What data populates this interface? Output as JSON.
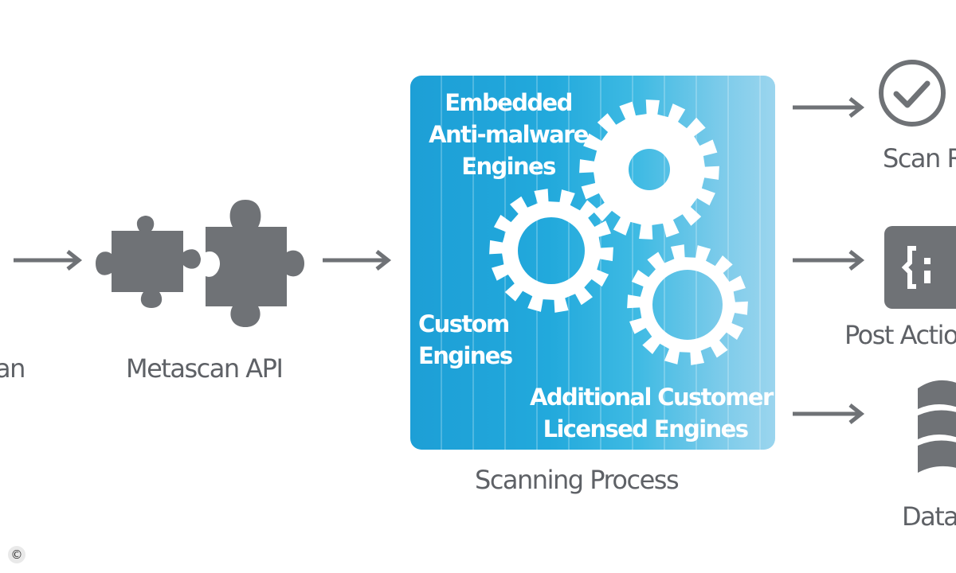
{
  "labels": {
    "left_partial": "an",
    "api": "Metascan API",
    "process": "Scanning Process",
    "scan_result_partial": "Scan R",
    "post_action_partial": "Post Actio",
    "data_partial": "Data"
  },
  "panel": {
    "embedded": [
      "Embedded",
      "Anti-malware",
      "Engines"
    ],
    "custom": [
      "Custom",
      "Engines"
    ],
    "additional": [
      "Additional Customer",
      "Licensed Engines"
    ]
  },
  "icons": {
    "puzzle": "puzzle-pieces-icon",
    "gear": "gear-icon",
    "check": "checkmark-circle-icon",
    "code": "code-braces-icon",
    "database": "database-icon",
    "copyright": "©"
  },
  "colors": {
    "gray": "#6f7276",
    "text": "#5e6166",
    "blue": "#1d9fd6",
    "light_blue": "#9bd5ee"
  }
}
